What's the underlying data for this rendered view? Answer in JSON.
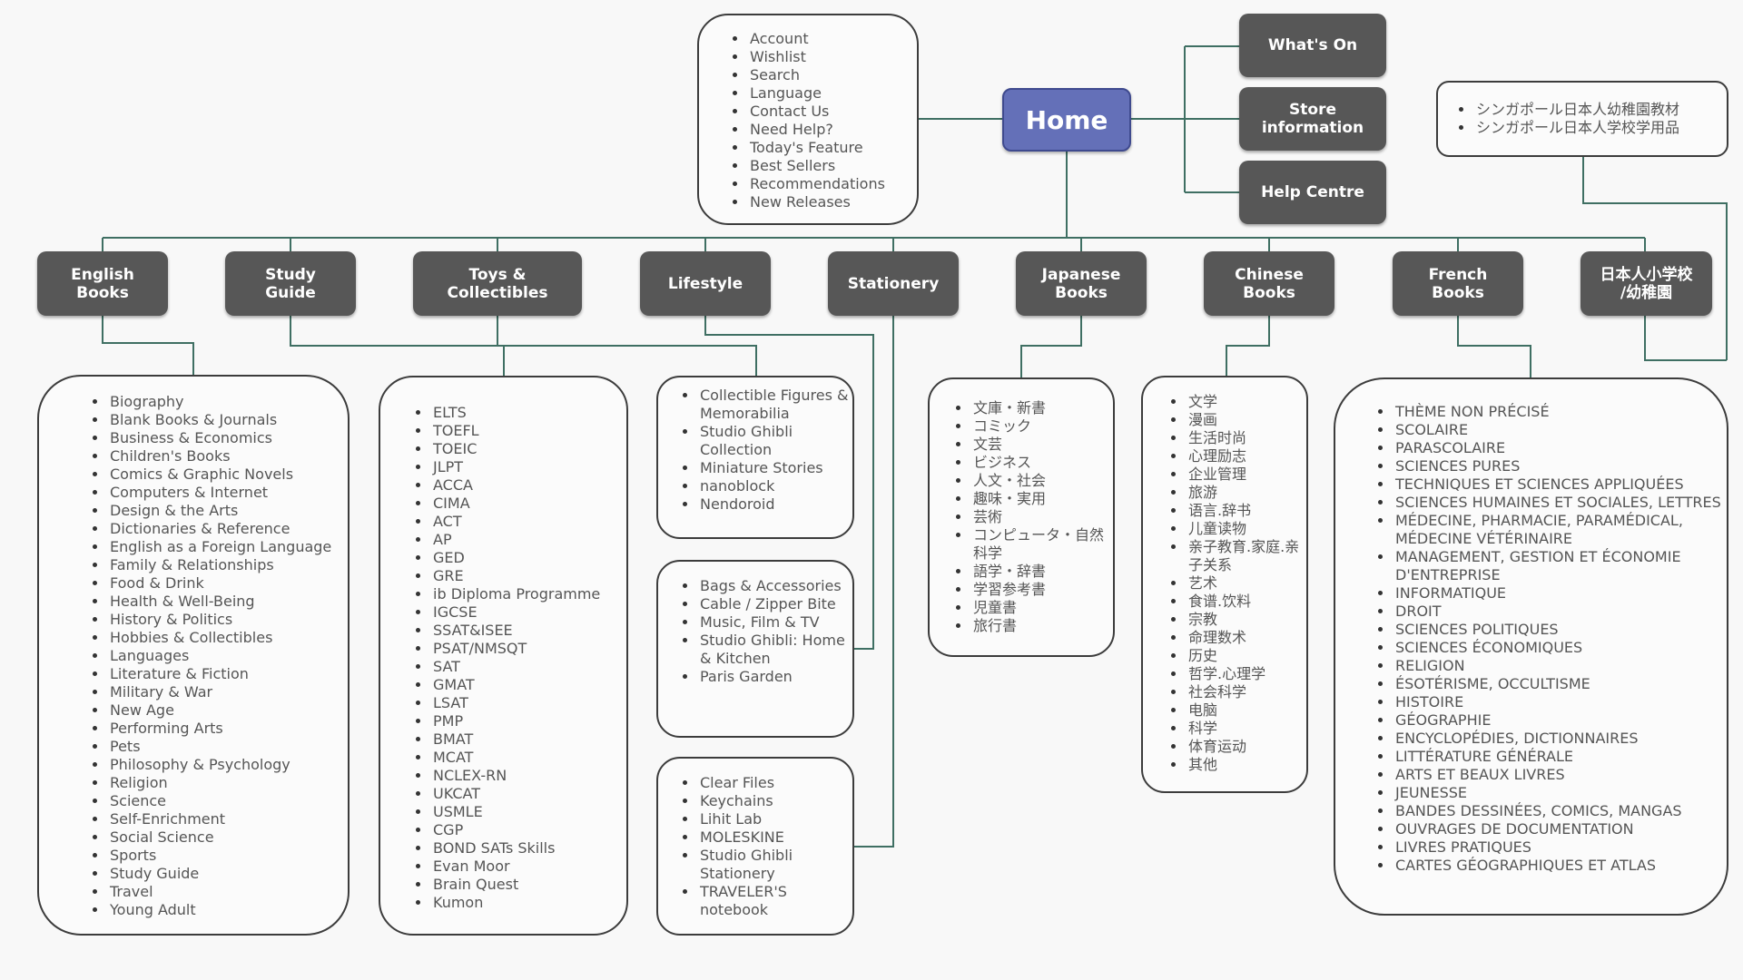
{
  "home": {
    "label": "Home"
  },
  "top_nodes": [
    {
      "key": "whatson",
      "label": "What's On"
    },
    {
      "key": "store",
      "label": "Store\ninformation"
    },
    {
      "key": "help",
      "label": "Help  Centre"
    }
  ],
  "top_list": [
    "Account",
    "Wishlist",
    "Search",
    "Language",
    "Contact Us",
    "Need Help?",
    "Today's Feature",
    "Best Sellers",
    "Recommendations",
    "New Releases"
  ],
  "sg_list": [
    "シンガポール日本人幼稚園教材",
    "シンガポール日本人学校学用品"
  ],
  "categories": [
    {
      "key": "english",
      "label": "English\nBooks"
    },
    {
      "key": "studyguide",
      "label": "Study\nGuide"
    },
    {
      "key": "toys",
      "label": "Toys &\nCollectibles"
    },
    {
      "key": "lifestyle",
      "label": "Lifestyle"
    },
    {
      "key": "stationery",
      "label": "Stationery"
    },
    {
      "key": "japanese",
      "label": "Japanese\nBooks"
    },
    {
      "key": "chinese",
      "label": "Chinese\nBooks"
    },
    {
      "key": "french",
      "label": "French\nBooks"
    },
    {
      "key": "jpschool",
      "label": "日本人小学校\n/幼稚園"
    }
  ],
  "lists": {
    "english": [
      "Biography",
      "Blank Books & Journals",
      "Business & Economics",
      "Children's Books",
      "Comics & Graphic Novels",
      "Computers & Internet",
      "Design & the Arts",
      "Dictionaries & Reference",
      "English as a Foreign Language",
      "Family & Relationships",
      "Food & Drink",
      "Health & Well-Being",
      "History & Politics",
      "Hobbies & Collectibles",
      "Languages",
      "Literature & Fiction",
      "Military & War",
      "New Age",
      "Performing Arts",
      "Pets",
      "Philosophy & Psychology",
      "Religion",
      "Science",
      "Self-Enrichment",
      "Social Science",
      "Sports",
      "Study Guide",
      "Travel",
      "Young Adult"
    ],
    "studyguide": [
      "ELTS",
      "TOEFL",
      "TOEIC",
      "JLPT",
      "ACCA",
      "CIMA",
      "ACT",
      "AP",
      "GED",
      "GRE",
      "ib Diploma Programme",
      "IGCSE",
      "SSAT&ISEE",
      "PSAT/NMSQT",
      "SAT",
      "GMAT",
      "LSAT",
      "PMP",
      "BMAT",
      "MCAT",
      "NCLEX-RN",
      "UKCAT",
      "USMLE",
      "CGP",
      "BOND SATs Skills",
      "Evan Moor",
      "Brain Quest",
      "Kumon"
    ],
    "toys": [
      "Collectible Figures & Memorabilia",
      "Studio Ghibli Collection",
      "Miniature Stories",
      "nanoblock",
      "Nendoroid"
    ],
    "lifestyle": [
      "Bags & Accessories",
      "Cable / Zipper Bite",
      "Music, Film & TV",
      "Studio Ghibli: Home & Kitchen",
      "Paris Garden"
    ],
    "stationery": [
      "Clear Files",
      "Keychains",
      "Lihit Lab",
      "MOLESKINE",
      "Studio Ghibli Stationery",
      "TRAVELER'S notebook"
    ],
    "japanese": [
      "文庫・新書",
      "コミック",
      "文芸",
      "ビジネス",
      "人文・社会",
      "趣味・実用",
      "芸術",
      "コンピュータ・自然科学",
      "語学・辞書",
      "学習参考書",
      "児童書",
      "旅行書"
    ],
    "chinese": [
      "文学",
      "漫画",
      "生活时尚",
      "心理励志",
      "企业管理",
      "旅游",
      "语言.辞书",
      "儿童读物",
      "亲子教育.家庭.亲子关系",
      "艺术",
      "食谱.饮料",
      "宗教",
      "命理数术",
      "历史",
      "哲学.心理学",
      "社会科学",
      "电脑",
      "科学",
      "体育运动",
      "其他"
    ],
    "french": [
      "THÈME NON PRÉCISÉ",
      "SCOLAIRE",
      "PARASCOLAIRE",
      "SCIENCES PURES",
      "TECHNIQUES ET SCIENCES APPLIQUÉES",
      "SCIENCES HUMAINES ET SOCIALES, LETTRES",
      "MÉDECINE, PHARMACIE, PARAMÉDICAL, MÉDECINE VÉTÉRINAIRE",
      "MANAGEMENT, GESTION ET ÉCONOMIE D'ENTREPRISE",
      "INFORMATIQUE",
      "DROIT",
      "SCIENCES POLITIQUES",
      "SCIENCES ÉCONOMIQUES",
      "RELIGION",
      "ÉSOTÉRISME, OCCULTISME",
      "HISTOIRE",
      "GÉOGRAPHIE",
      "ENCYCLOPÉDIES, DICTIONNAIRES",
      "LITTÉRATURE GÉNÉRALE",
      "ARTS ET BEAUX LIVRES",
      "JEUNESSE",
      "BANDES DESSINÉES, COMICS, MANGAS",
      "OUVRAGES DE DOCUMENTATION",
      "LIVRES PRATIQUES",
      "CARTES GÉOGRAPHIQUES ET ATLAS"
    ]
  },
  "colors": {
    "connector": "#3f6f63",
    "node": "#575757",
    "home": "#6470b8",
    "box_border": "#3c3c3c"
  }
}
